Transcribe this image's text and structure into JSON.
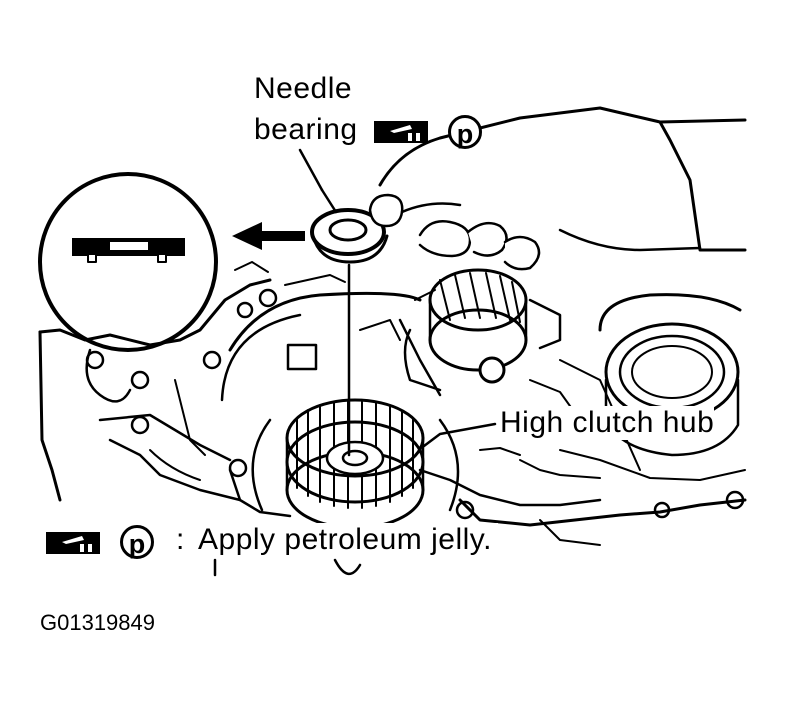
{
  "labels": {
    "needle_line1": "Needle",
    "needle_line2": "bearing",
    "hub": "High clutch hub",
    "apply_colon": ":",
    "apply_text": "Apply petroleum jelly."
  },
  "symbols": {
    "petroleum_symbol_letter": "p",
    "grease_gun_icon": "grease-applicator-icon"
  },
  "figure_id": "G01319849",
  "colors": {
    "ink": "#000000",
    "paper": "#ffffff"
  }
}
